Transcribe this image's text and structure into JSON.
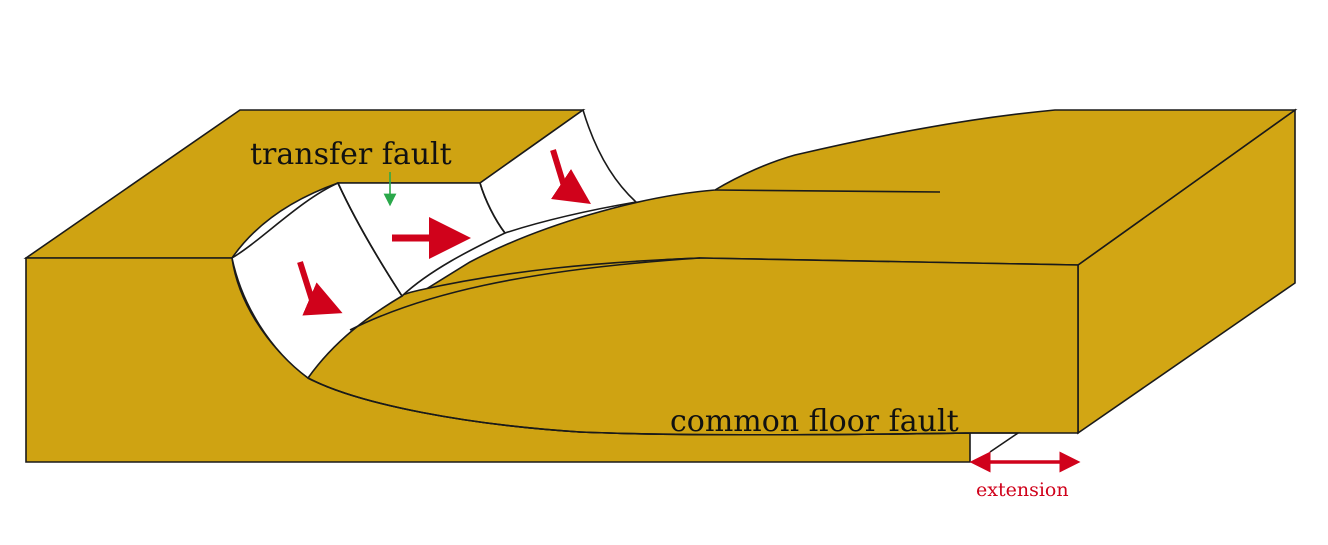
{
  "diagram": {
    "labels": {
      "transfer_fault": "transfer fault",
      "common_floor_fault": "common floor fault",
      "extension": "extension"
    },
    "colors": {
      "rock": "#cfa312",
      "rock_top": "#d2a614",
      "fault_surface": "#ffffff",
      "outline": "#1a1a1a",
      "motion_arrow": "#d0021b",
      "pointer_arrow": "#2aa84a",
      "extension_text": "#d0021b"
    },
    "icons": {
      "motion_arrows": [
        "down-right-arrow",
        "right-arrow",
        "down-right-arrow"
      ],
      "pointer": "down-arrow",
      "extension": "double-headed-arrow"
    }
  }
}
